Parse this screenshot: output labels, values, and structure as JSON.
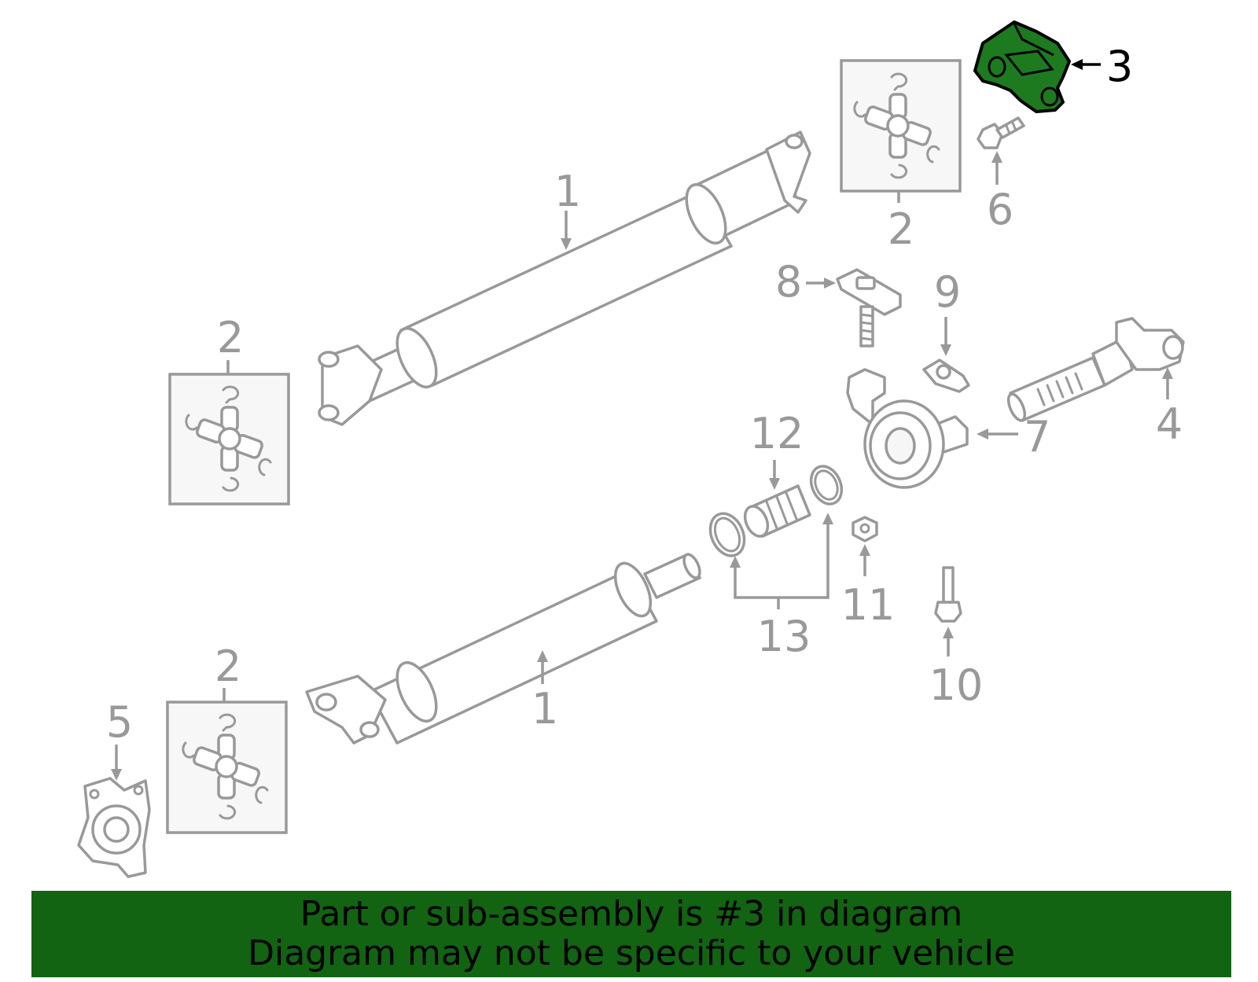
{
  "diagram": {
    "highlighted_part": "3",
    "highlight_color": "#1e7a1e",
    "callouts": {
      "c1_upper": "1",
      "c1_lower": "1",
      "c2_left": "2",
      "c2_top": "2",
      "c2_bottom": "2",
      "c3": "3",
      "c4": "4",
      "c5": "5",
      "c6": "6",
      "c7": "7",
      "c8": "8",
      "c9": "9",
      "c10": "10",
      "c11": "11",
      "c12": "12",
      "c13": "13"
    }
  },
  "banner": {
    "line1": "Part or sub-assembly is #3 in diagram",
    "line2": "Diagram may not be specific to your vehicle",
    "background": "#126312"
  }
}
